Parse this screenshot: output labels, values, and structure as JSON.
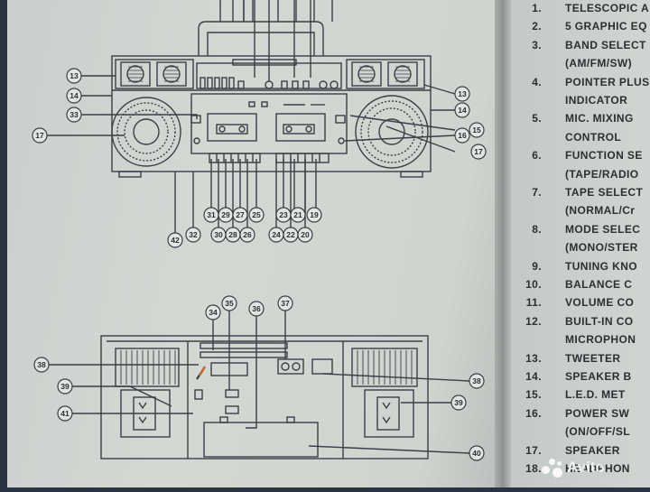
{
  "front_view": {
    "callouts": {
      "c13": "13",
      "c14": "14",
      "c33": "33",
      "c17": "17",
      "r13": "13",
      "r14": "14",
      "r15": "15",
      "r16": "16",
      "r17": "17",
      "c42": "42",
      "c32": "32",
      "c31": "31",
      "c29": "29",
      "c27": "27",
      "c25": "25",
      "c30": "30",
      "c28": "28",
      "c26": "26",
      "c23": "23",
      "c21": "21",
      "c19": "19",
      "c24": "24",
      "c22": "22",
      "c20": "20"
    }
  },
  "rear_view": {
    "callouts": {
      "c34": "34",
      "c35": "35",
      "c36": "36",
      "c37": "37",
      "c38": "38",
      "c39": "39",
      "c41": "41",
      "r38": "38",
      "r39": "39",
      "r40": "40"
    }
  },
  "legend": {
    "items": [
      {
        "num": "1.",
        "text": "TELESCOPIC A"
      },
      {
        "num": "2.",
        "text": "5 GRAPHIC EQ"
      },
      {
        "num": "3.",
        "text": "BAND SELECT"
      },
      {
        "num": "",
        "text": "(AM/FM/SW)"
      },
      {
        "num": "4.",
        "text": "POINTER PLUS"
      },
      {
        "num": "",
        "text": "INDICATOR"
      },
      {
        "num": "5.",
        "text": "MIC. MIXING"
      },
      {
        "num": "",
        "text": "CONTROL"
      },
      {
        "num": "6.",
        "text": "FUNCTION SE"
      },
      {
        "num": "",
        "text": "(TAPE/RADIO"
      },
      {
        "num": "7.",
        "text": "TAPE SELECT"
      },
      {
        "num": "",
        "text": "(NORMAL/Cr"
      },
      {
        "num": "8.",
        "text": "MODE SELEC"
      },
      {
        "num": "",
        "text": "(MONO/STER"
      },
      {
        "num": "9.",
        "text": "TUNING KNO"
      },
      {
        "num": "10.",
        "text": "BALANCE C"
      },
      {
        "num": "11.",
        "text": "VOLUME CO"
      },
      {
        "num": "12.",
        "text": "BUILT-IN CO"
      },
      {
        "num": "",
        "text": "MICROPHON"
      },
      {
        "num": "13.",
        "text": "TWEETER"
      },
      {
        "num": "14.",
        "text": "SPEAKER B"
      },
      {
        "num": "15.",
        "text": "L.E.D. MET"
      },
      {
        "num": "16.",
        "text": "POWER SW"
      },
      {
        "num": "",
        "text": "(ON/OFF/SL"
      },
      {
        "num": "17.",
        "text": "SPEAKER"
      },
      {
        "num": "18.",
        "text": "HEADPHON"
      }
    ]
  },
  "watermark": {
    "text": "Avito",
    "icon": "avito-logo-dots"
  },
  "colors": {
    "paper": "#cfd4cf",
    "ink": "#2b2f34",
    "line": "#3a3f46",
    "accent_orange": "#c0692a"
  }
}
